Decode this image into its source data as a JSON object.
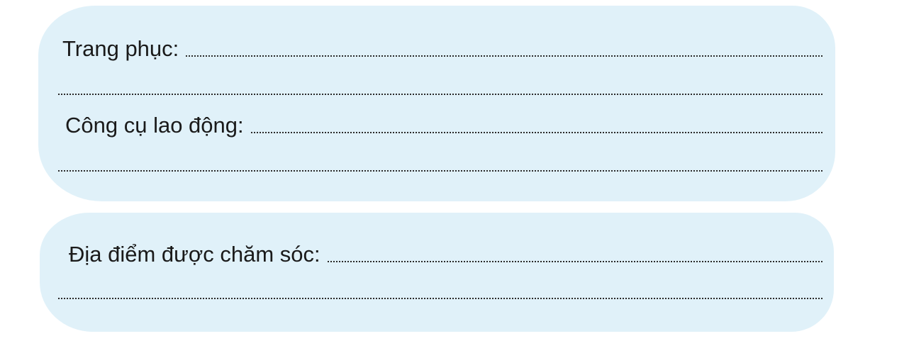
{
  "colors": {
    "panel_fill": "#e0f1f9",
    "text": "#1a1a1a",
    "dotted_line": "#2a2a2a"
  },
  "section_top": {
    "field_clothing_label": "Trang phục:",
    "field_tools_label": "Công cụ lao động:"
  },
  "section_bottom": {
    "field_place_label": "Địa điểm được chăm sóc:"
  }
}
